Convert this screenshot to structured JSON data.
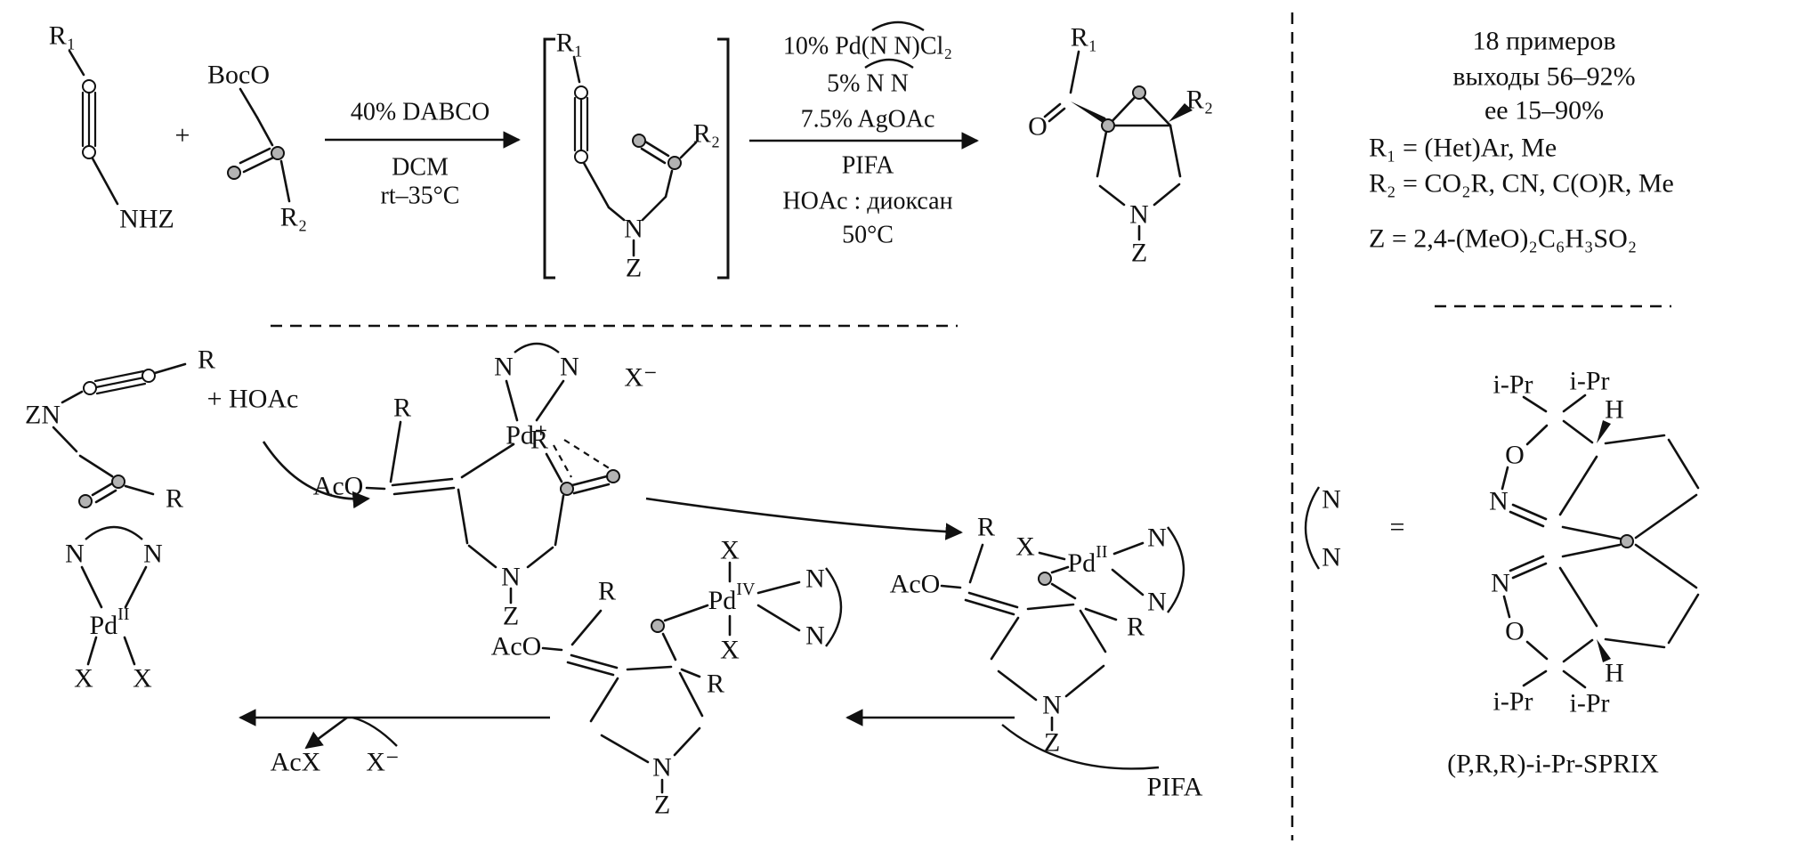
{
  "colors": {
    "ink": "#111111",
    "gray_dot": "#b3b3b3",
    "background": "#ffffff"
  },
  "scheme": {
    "top": {
      "reactant1": {
        "r1": "R₁",
        "nhz": "NHZ"
      },
      "plus": "+",
      "reactant2": {
        "boco": "BocO",
        "r2": "R₂"
      },
      "arrow1": {
        "above": "40% DABCO",
        "below1": "DCM",
        "below2": "rt–35°C"
      },
      "intermediate": {
        "r1": "R₁",
        "r2": "R₂",
        "n": "N",
        "z": "Z"
      },
      "arrow2": {
        "line1": "10% Pd(N N)Cl₂",
        "line2": "5% N N",
        "line3": "7.5% AgOAc",
        "line4": "PIFA",
        "line5": "HOAc : диоксан",
        "line6": "50°C"
      },
      "product": {
        "r1": "R₁",
        "o": "O",
        "r2": "R₂",
        "n": "N",
        "z": "Z"
      }
    },
    "right": {
      "stats": [
        "18 примеров",
        "выходы 56–92%",
        "ee 15–90%"
      ],
      "defs": [
        "R₁ = (Het)Ar, Me",
        "R₂ = CO₂R, CN, C(O)R, Me",
        "Z = 2,4-(MeO)₂C₆H₃SO₂"
      ],
      "ligand": {
        "n_top": "N",
        "n_bottom": "N",
        "equals": "=",
        "ipr_tl": "i-Pr",
        "ipr_tr": "i-Pr",
        "h_top": "H",
        "o_top": "O",
        "n1": "N",
        "n2": "N",
        "o_bottom": "O",
        "h_bottom": "H",
        "ipr_bl": "i-Pr",
        "ipr_br": "i-Pr",
        "caption": "(P,R,R)-i-Pr-SPRIX"
      }
    },
    "mechanism": {
      "substrate": {
        "zn": "ZN",
        "r_alkyne": "R",
        "r_allene": "R",
        "plus_hoac": "+ HOAc"
      },
      "catalyst": {
        "n_left": "N",
        "n_right": "N",
        "pd": "Pd",
        "pd_sup": "II",
        "x_left": "X",
        "x_right": "X"
      },
      "int1": {
        "n_left": "N",
        "n_right": "N",
        "pd": "Pd⁺",
        "x": "X⁻",
        "r_vinyl": "R",
        "aco": "AcO",
        "r_alkene": "R",
        "n": "N",
        "z": "Z"
      },
      "int2": {
        "aco": "AcO",
        "r_vinyl": "R",
        "x": "X",
        "pd": "Pd",
        "pd_sup": "II",
        "n_top": "N",
        "n_bottom": "N",
        "r_ring": "R",
        "n": "N",
        "z": "Z"
      },
      "int3": {
        "aco": "AcO",
        "r_vinyl": "R",
        "x_top": "X",
        "x_bottom": "X",
        "pd": "Pd",
        "pd_sup": "IV",
        "n_top": "N",
        "n_bottom": "N",
        "r_ring": "R",
        "n": "N",
        "z": "Z"
      },
      "exchange": {
        "acx": "AcX",
        "x": "X⁻"
      },
      "pifa": "PIFA"
    }
  }
}
